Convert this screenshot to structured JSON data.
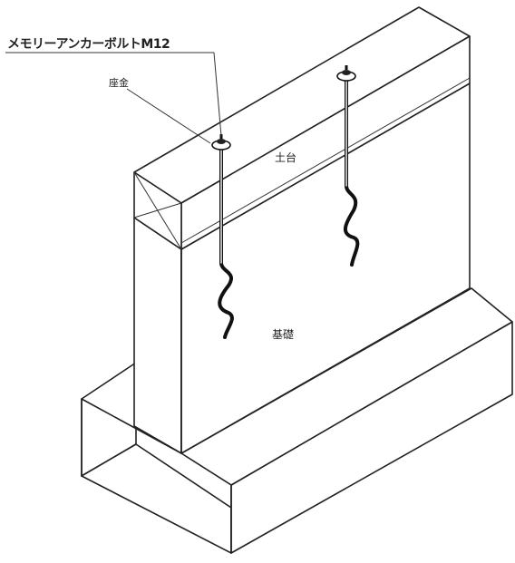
{
  "labels": {
    "title": "メモリーアンカーボルトM12",
    "washer": "座金",
    "sill": "土台",
    "foundation": "基礎"
  }
}
